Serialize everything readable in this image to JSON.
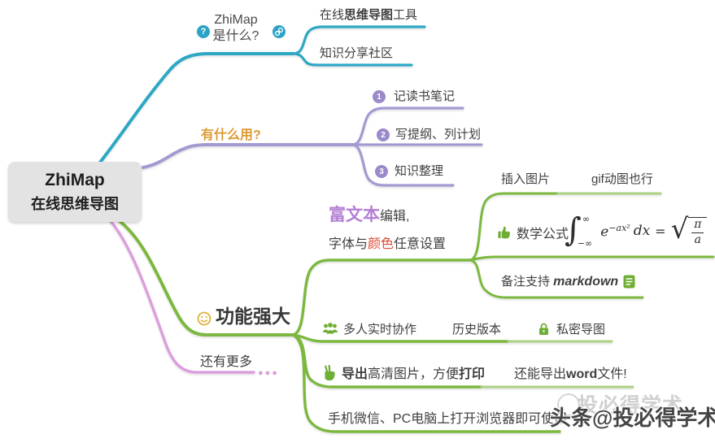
{
  "root": {
    "title": "ZhiMap",
    "subtitle": "在线思维导图"
  },
  "branch_whatis": {
    "icon_question": "?",
    "label_line1": "ZhiMap",
    "label_line2": "是什么?",
    "child_tool": {
      "pre": "在线",
      "bold": "思维导图",
      "post": "工具"
    },
    "child_community": "知识分享社区"
  },
  "branch_usage": {
    "label": "有什么用?",
    "items": [
      {
        "num": "1",
        "text": "记读书笔记"
      },
      {
        "num": "2",
        "text": "写提纲、列计划"
      },
      {
        "num": "3",
        "text": "知识整理"
      }
    ]
  },
  "branch_power": {
    "label": "功能强大",
    "richtext": {
      "highlight": "富文本",
      "suffix": "编辑,",
      "line2_pre": "字体与",
      "line2_color": "颜色",
      "line2_post": "任意设置"
    },
    "insert": {
      "label": "插入图片",
      "sibling": "gif动图也行"
    },
    "math": {
      "label": "数学公式",
      "integral": "∫",
      "sup": "∞",
      "sub": "−∞",
      "base": "e",
      "exp": "−ax²",
      "dx": "dx",
      "equals": "=",
      "sqrt": "√",
      "frac_num": "π",
      "frac_den": "a"
    },
    "markdown": {
      "pre": "备注支持 ",
      "code": "markdown"
    },
    "collab": {
      "label": "多人实时协作",
      "history": "历史版本",
      "private": "私密导图"
    },
    "export": {
      "bold1": "导出",
      "mid": "高清图片，方便",
      "bold2": "打印",
      "extra_pre": "还能导出",
      "extra_bold": "word",
      "extra_post": "文件!"
    },
    "browser": "手机微信、PC电脑上打开浏览器即可使用"
  },
  "branch_more": {
    "label": "还有更多",
    "ellipsis": "●●●"
  },
  "watermark": {
    "main": "头条@投必得学术",
    "ghost": "投必得学术"
  },
  "colors": {
    "teal": "#2ea7c5",
    "purple_line": "#a49ad2",
    "purple_badge": "#9a8aca",
    "green": "#7cb83f",
    "light_green": "#aed184",
    "pink": "#dc9fde",
    "orange": "#dd9a32",
    "red": "#df4b33",
    "rich_purple": "#b37fd4",
    "icon_green": "#6fae35",
    "root_bg": "#e3e3e3",
    "text": "#3f3f3f"
  }
}
